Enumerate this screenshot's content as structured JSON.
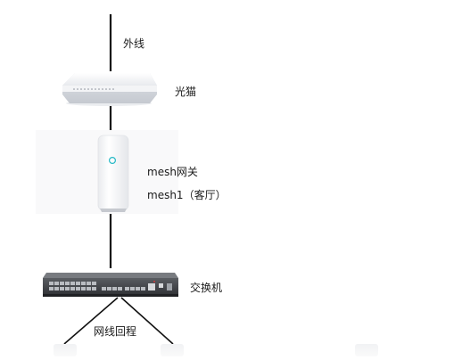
{
  "diagram": {
    "nodes": [
      {
        "id": "outside-line",
        "label": "外线"
      },
      {
        "id": "optical-modem",
        "label": "光猫"
      },
      {
        "id": "mesh-gateway",
        "label": "mesh网关",
        "sublabel": "mesh1（客厅）"
      },
      {
        "id": "switch",
        "label": "交换机"
      }
    ],
    "edges": [
      {
        "from": "outside-line",
        "to": "optical-modem"
      },
      {
        "from": "optical-modem",
        "to": "mesh-gateway"
      },
      {
        "from": "mesh-gateway",
        "to": "switch"
      },
      {
        "from": "switch",
        "to": "mesh-node-left",
        "label": "网线回程"
      },
      {
        "from": "switch",
        "to": "mesh-node-right"
      }
    ]
  }
}
